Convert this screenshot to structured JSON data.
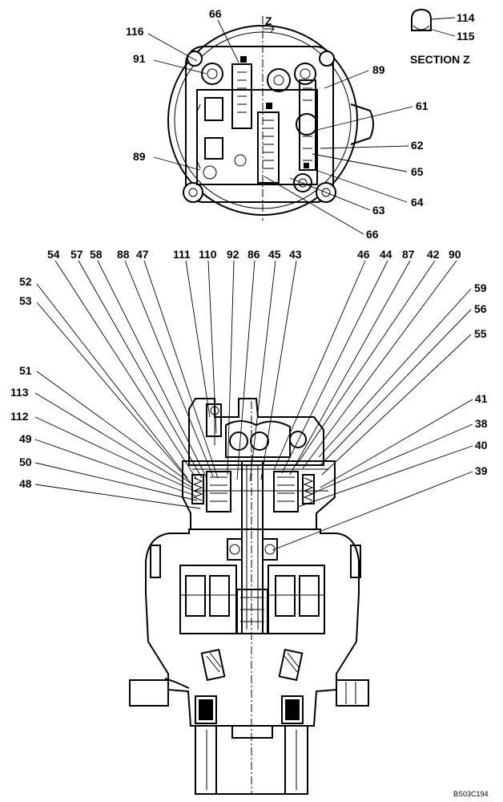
{
  "section_label": "SECTION Z",
  "section_marker": "Z",
  "drawing_code": "BS03C194",
  "callouts": {
    "c114": "114",
    "c115": "115",
    "c116": "116",
    "c66a": "66",
    "c91": "91",
    "c89a": "89",
    "c61": "61",
    "c62": "62",
    "c89b": "89",
    "c65": "65",
    "c64": "64",
    "c63": "63",
    "c66b": "66",
    "c54": "54",
    "c57": "57",
    "c58": "58",
    "c88": "88",
    "c47": "47",
    "c111": "111",
    "c110": "110",
    "c92": "92",
    "c86": "86",
    "c45": "45",
    "c43": "43",
    "c46": "46",
    "c44": "44",
    "c87": "87",
    "c42": "42",
    "c90": "90",
    "c52": "52",
    "c53": "53",
    "c59": "59",
    "c56": "56",
    "c55": "55",
    "c51": "51",
    "c113": "113",
    "c112": "112",
    "c49": "49",
    "c50": "50",
    "c48": "48",
    "c41": "41",
    "c38": "38",
    "c40": "40",
    "c39": "39"
  }
}
